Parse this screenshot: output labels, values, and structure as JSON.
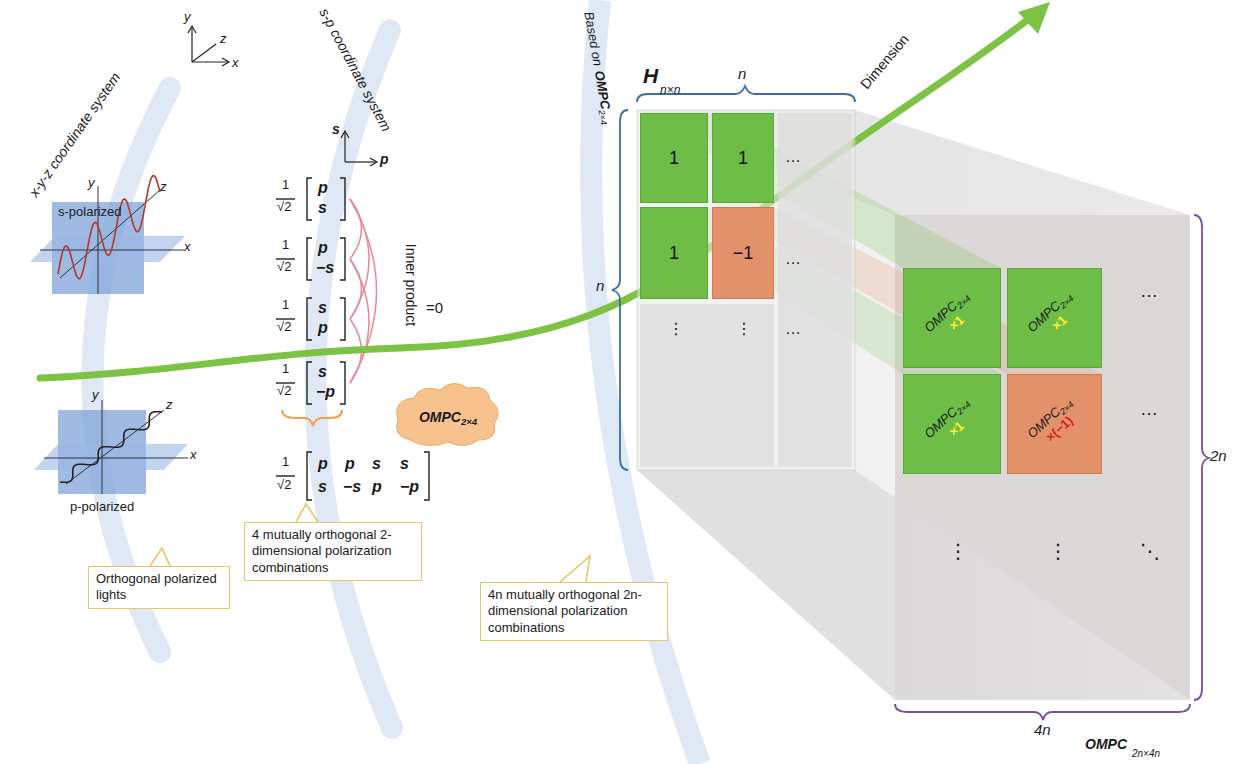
{
  "diagram": {
    "nodes": [
      {
        "text": [
          "Orthogonal polarized lights"
        ]
      },
      {
        "text": [
          "OMPC",
          "2×4"
        ]
      },
      {
        "text": [
          "4 mutually orthogonal 2-dimensional polarization combinations"
        ]
      },
      {
        "text": [
          "4n mutually orthogonal 2n-dimensional polarization combinations"
        ]
      },
      {
        "text": [
          "1"
        ]
      },
      {
        "text": [
          "1"
        ]
      },
      {
        "text": [
          "1"
        ]
      },
      {
        "text": [
          "−1"
        ]
      },
      {
        "text": [
          "OMPC",
          "2×4",
          "×1"
        ]
      },
      {
        "text": [
          "OMPC",
          "2×4",
          "×1"
        ]
      },
      {
        "text": [
          "OMPC",
          "2×4",
          "×1"
        ]
      },
      {
        "text": [
          "OMPC",
          "2×4",
          "×(−1)"
        ]
      }
    ],
    "labels": [
      "x-y-z coordinate system",
      "y",
      "z",
      "x",
      "s-polarized",
      "y",
      "z",
      "x",
      "p-polarized",
      "y",
      "z",
      "x",
      "s-p coordinate system",
      "s",
      "p",
      "1",
      "√2",
      "p",
      "s",
      "1",
      "√2",
      "p",
      "−s",
      "1",
      "√2",
      "s",
      "p",
      "1",
      "√2",
      "s",
      "−p",
      "Inner product",
      "=0",
      "1",
      "√2",
      "p",
      "p",
      "s",
      "s",
      "s",
      "−s",
      "p",
      "−p",
      "Based on",
      "OMPC",
      "2×4",
      "Dimension",
      "H",
      "n×n",
      "n",
      "n",
      "…",
      "…",
      "⋮",
      "⋮",
      "…",
      "…",
      "⋮",
      "⋮",
      "⋱",
      "…",
      "2n",
      "4n",
      "OMPC",
      "2n×4n"
    ]
  }
}
